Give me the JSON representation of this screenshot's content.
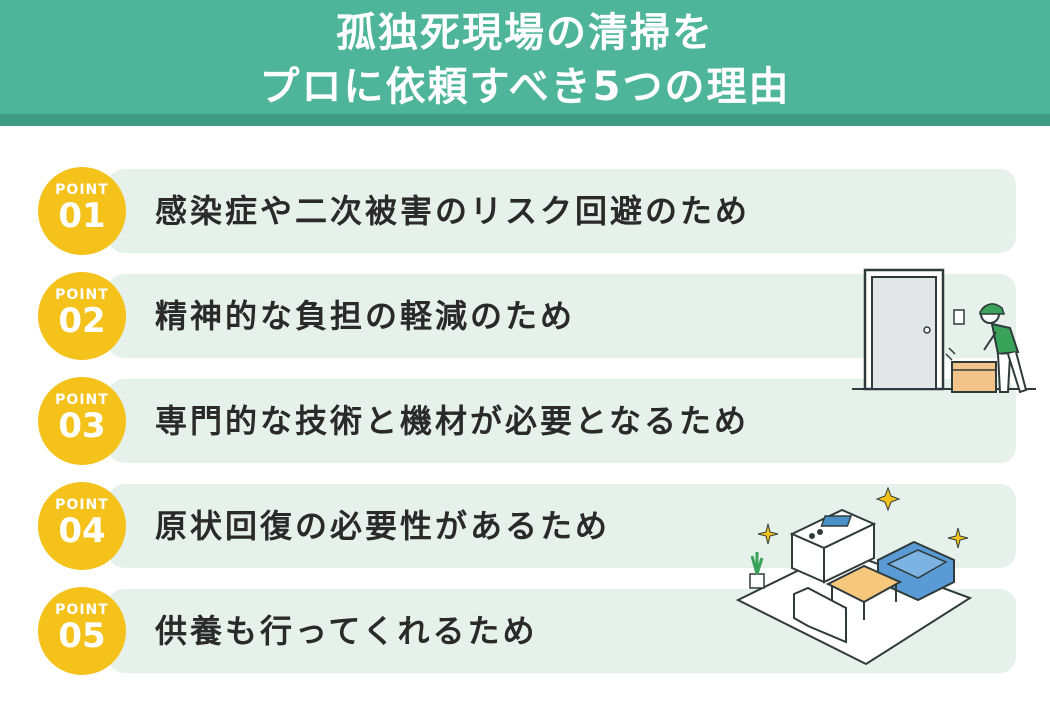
{
  "header": {
    "title_line1": "孤独死現場の清掃を",
    "title_line2": "プロに依頼すべき5つの理由",
    "bg_color": "#4fb59a"
  },
  "badge_color": "#f4c21b",
  "items": [
    {
      "point_label": "POINT",
      "number": "01",
      "text": "感染症や二次被害のリスク回避のため"
    },
    {
      "point_label": "POINT",
      "number": "02",
      "text": "精神的な負担の軽減のため"
    },
    {
      "point_label": "POINT",
      "number": "03",
      "text": "専門的な技術と機材が必要となるため"
    },
    {
      "point_label": "POINT",
      "number": "04",
      "text": "原状回復の必要性があるため"
    },
    {
      "point_label": "POINT",
      "number": "05",
      "text": "供養も行ってくれるため"
    }
  ],
  "illustrations": [
    {
      "name": "door-worker-icon"
    },
    {
      "name": "room-furniture-icon"
    }
  ]
}
